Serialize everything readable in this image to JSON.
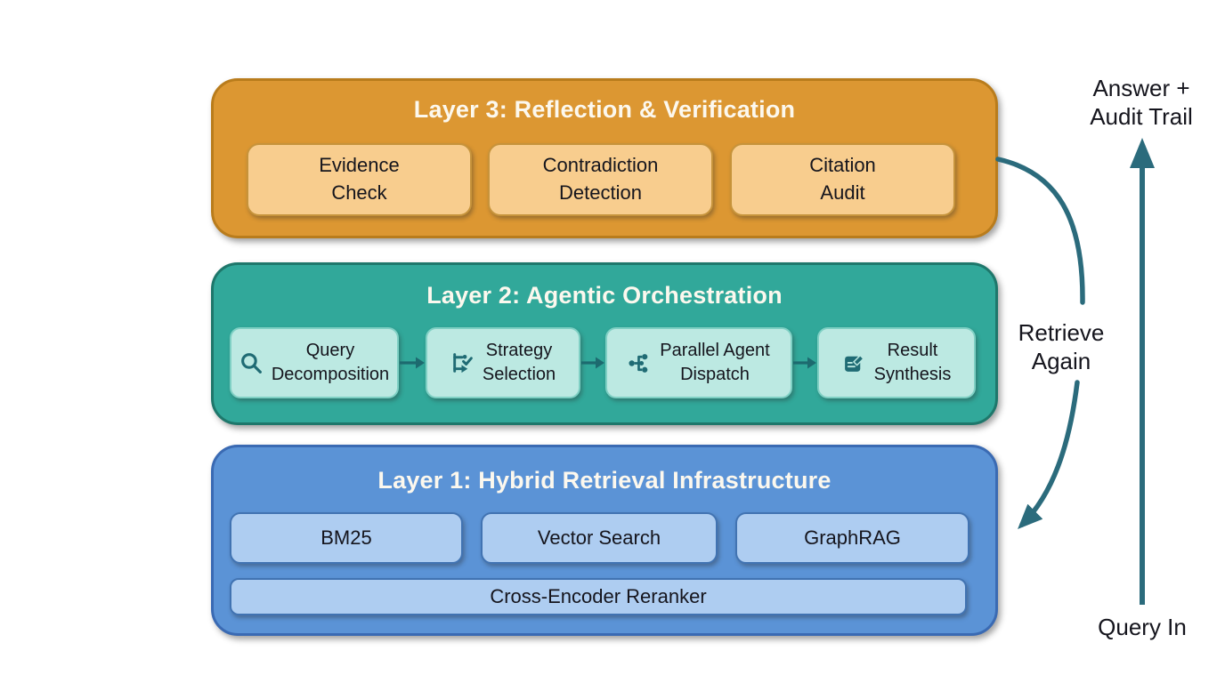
{
  "layers": [
    {
      "id": "layer3",
      "title": "Layer 3: Reflection & Verification",
      "fill": "#dc9732",
      "border": "#b97c1c",
      "sub_fill": "#f8cd8e",
      "sub_border": "#c6933b",
      "boxes": [
        {
          "label": "Evidence\nCheck"
        },
        {
          "label": "Contradiction\nDetection"
        },
        {
          "label": "Citation\nAudit"
        }
      ]
    },
    {
      "id": "layer2",
      "title": "Layer 2: Agentic Orchestration",
      "fill": "#31a89a",
      "border": "#1e776b",
      "sub_fill": "#bce9e2",
      "sub_border": "#7fd0c4",
      "steps": [
        {
          "icon": "search-icon",
          "label": "Query\nDecomposition"
        },
        {
          "icon": "list-check-icon",
          "label": "Strategy\nSelection"
        },
        {
          "icon": "branch-icon",
          "label": "Parallel Agent\nDispatch"
        },
        {
          "icon": "document-edit-icon",
          "label": "Result\nSynthesis"
        }
      ],
      "step_connector_icon": "arrow-right-icon"
    },
    {
      "id": "layer1",
      "title": "Layer 1: Hybrid Retrieval Infrastructure",
      "fill": "#5b93d6",
      "border": "#3a6ab3",
      "sub_fill": "#aecdf1",
      "sub_border": "#4173b2",
      "boxes": [
        {
          "label": "BM25"
        },
        {
          "label": "Vector Search"
        },
        {
          "label": "GraphRAG"
        }
      ],
      "full_width_box": {
        "label": "Cross-Encoder Reranker"
      }
    }
  ],
  "flow": {
    "answer_label": "Answer +\nAudit Trail",
    "retrieve_again_label": "Retrieve\nAgain",
    "query_in_label": "Query In",
    "arrow_color": "#2b6b7c",
    "icon_color": "#1f6b74",
    "text_color": "#15151d"
  }
}
